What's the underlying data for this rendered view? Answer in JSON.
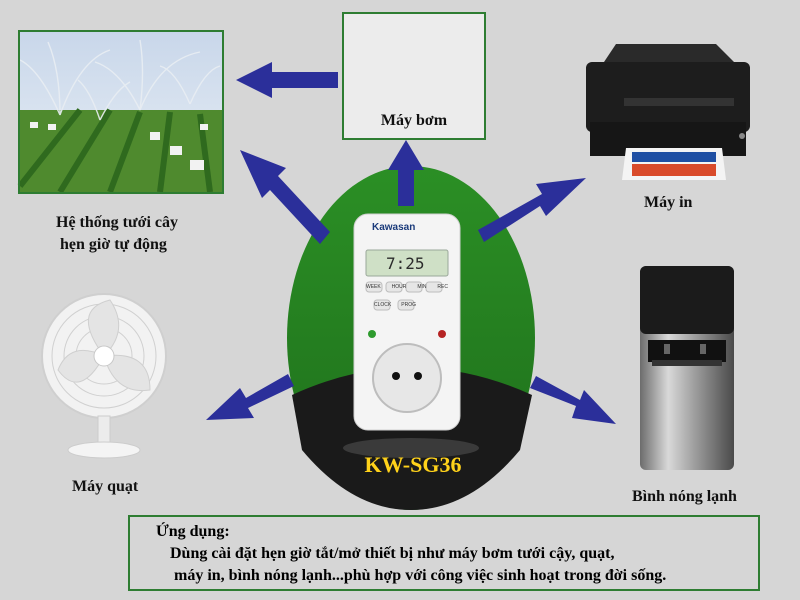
{
  "devices": {
    "pump": "Máy bơm",
    "printer": "Máy in",
    "irrigation_line1": "Hệ thống tưới cây",
    "irrigation_line2": "hẹn giờ tự động",
    "fan": "Máy quạt",
    "water_heater": "Bình nóng lạnh"
  },
  "timer": {
    "model": "KW-SG36",
    "brand": "Kawasan",
    "display": "7:25",
    "buttons": [
      "WEEK",
      "HOUR",
      "MIN",
      "REC"
    ],
    "buttons2": [
      "CLOCK",
      "PROG"
    ]
  },
  "note": {
    "title": "Ứng dụng:",
    "line1": "Dùng cài đặt hẹn giờ tắt/mở thiết bị như máy bơm tưới cậy, quạt,",
    "line2": "máy in, bình nóng lạnh...phù hợp với công việc sinh hoạt trong đời sống."
  },
  "colors": {
    "background": "#d6d6d6",
    "egg_green": "#2f8a2a",
    "arrow": "#2b2f9a",
    "frame": "#2e7d32",
    "model_text": "#ffd21a"
  },
  "icons": [
    "pump-image",
    "printer-image",
    "irrigation-image",
    "fan-image",
    "water-heater-image",
    "timer-socket-image"
  ]
}
